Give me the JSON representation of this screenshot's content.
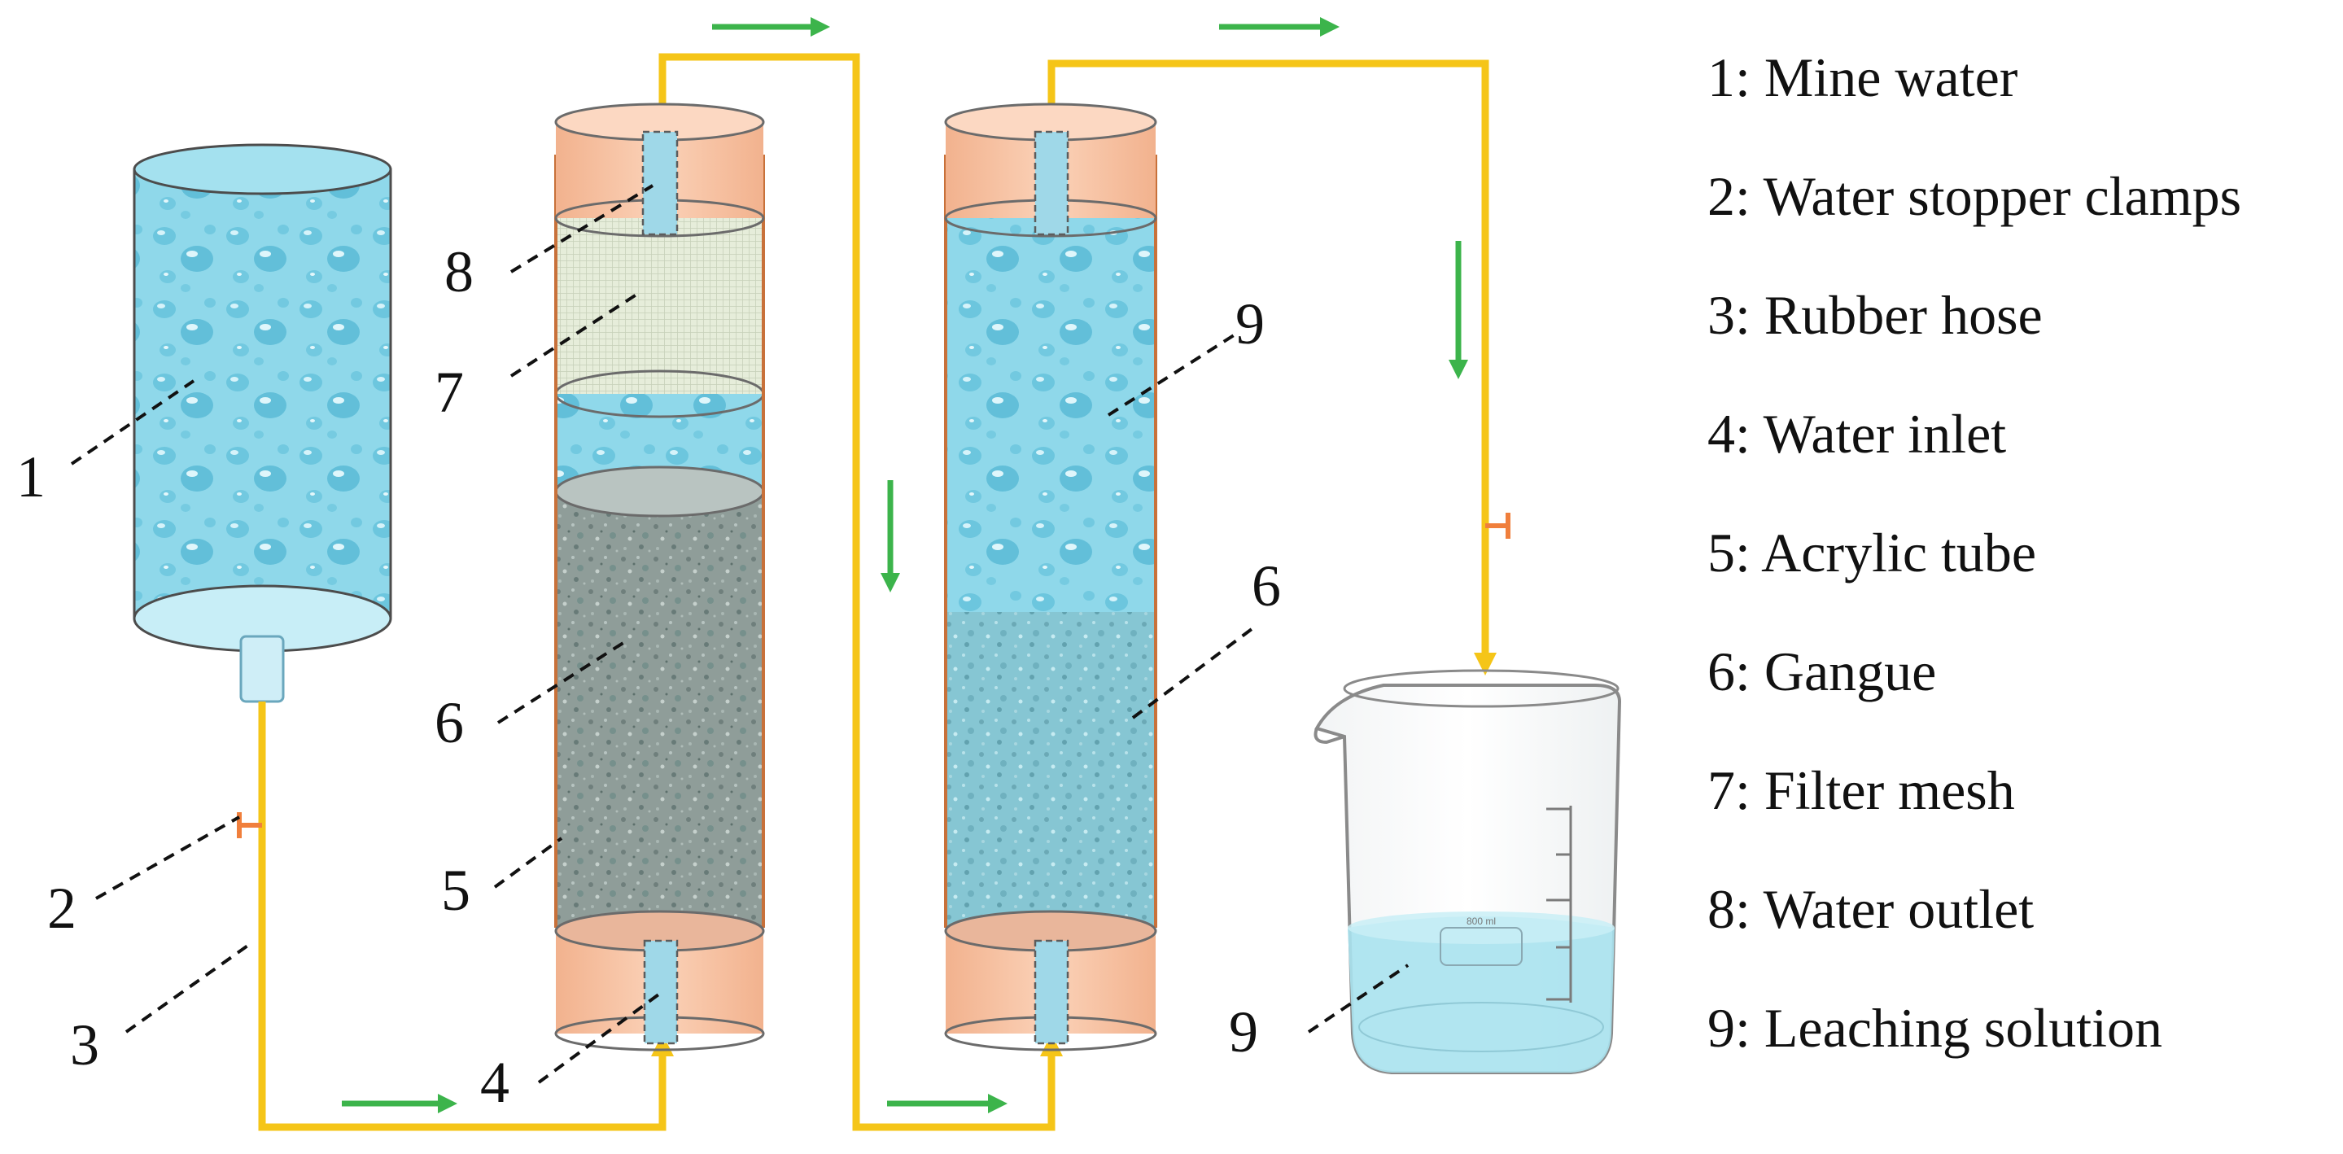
{
  "legend": [
    {
      "num": "1",
      "text": "1: Mine water"
    },
    {
      "num": "2",
      "text": "2: Water stopper clamps"
    },
    {
      "num": "3",
      "text": "3: Rubber hose"
    },
    {
      "num": "4",
      "text": "4: Water inlet"
    },
    {
      "num": "5",
      "text": "5: Acrylic tube"
    },
    {
      "num": "6",
      "text": "6: Gangue"
    },
    {
      "num": "7",
      "text": "7: Filter mesh"
    },
    {
      "num": "8",
      "text": "8: Water outlet"
    },
    {
      "num": "9",
      "text": "9: Leaching solution"
    }
  ],
  "callouts": {
    "mine_water": "1",
    "clamp": "2",
    "hose": "3",
    "inlet": "4",
    "tube": "5",
    "gangue_left": "6",
    "mesh": "7",
    "outlet": "8",
    "solution_column": "9",
    "gangue_right": "6",
    "solution_beaker": "9"
  },
  "beaker": {
    "volume_mark": "800 ml"
  },
  "colors": {
    "hose": "#f5c518",
    "flow_arrow": "#3cb44b",
    "clamp": "#f07f3c",
    "cap": "#f8c4a2",
    "water": "#8fd8ea",
    "gangue": "#8e9c98",
    "mesh": "#e4ecd7",
    "tube_edge": "#c8713a"
  }
}
